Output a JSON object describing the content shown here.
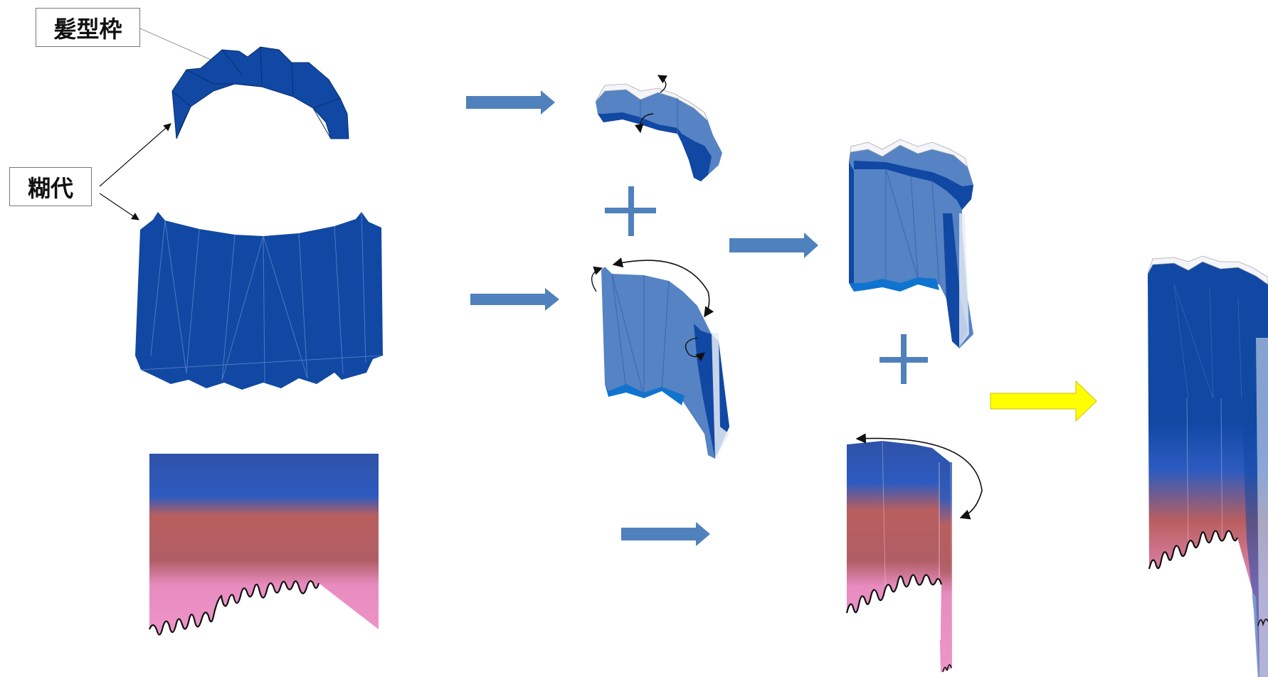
{
  "labels": {
    "hair_frame": "髪型枠",
    "glue_tab": "糊代"
  },
  "colors": {
    "dark_blue": "#1048A3",
    "mid_blue": "#5583C4",
    "light_blue": "#0F74D0",
    "arrow_blue": "#4F81BD",
    "final_arrow_yellow": "#FFFF00",
    "red_band": "#B95E5E",
    "pink_band": "#E78BC1"
  },
  "steps": {
    "step1": "hair-frame-and-band-cutouts",
    "step2": "fold-pieces",
    "step3": "assemble-frame",
    "step4": "finished-wig"
  }
}
